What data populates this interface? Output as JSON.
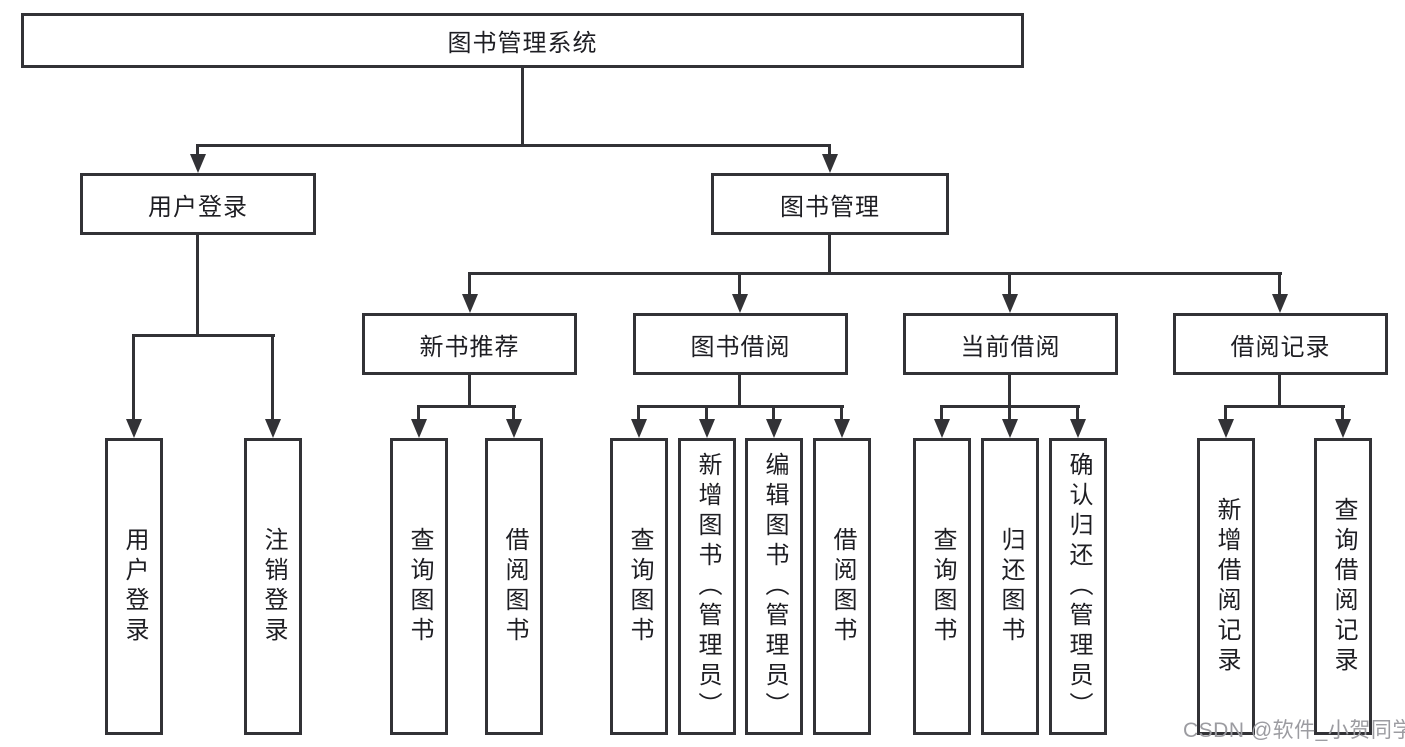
{
  "diagram_title": "图书管理系统",
  "tree": {
    "label": "图书管理系统",
    "children": [
      {
        "label": "用户登录",
        "children": [
          {
            "label": "用户登录"
          },
          {
            "label": "注销登录"
          }
        ]
      },
      {
        "label": "图书管理",
        "children": [
          {
            "label": "新书推荐",
            "children": [
              {
                "label": "查询图书"
              },
              {
                "label": "借阅图书"
              }
            ]
          },
          {
            "label": "图书借阅",
            "children": [
              {
                "label": "查询图书"
              },
              {
                "label": "新增图书（管理员）"
              },
              {
                "label": "编辑图书（管理员）"
              },
              {
                "label": "借阅图书"
              }
            ]
          },
          {
            "label": "当前借阅",
            "children": [
              {
                "label": "查询图书"
              },
              {
                "label": "归还图书"
              },
              {
                "label": "确认归还（管理员）"
              }
            ]
          },
          {
            "label": "借阅记录",
            "children": [
              {
                "label": "新增借阅记录"
              },
              {
                "label": "查询借阅记录"
              }
            ]
          }
        ]
      }
    ]
  },
  "watermark": {
    "text": "CSDN @软件_小贺同学"
  },
  "colors": {
    "line": "#323236",
    "text": "#1e1e23",
    "watermark": "#9c9ca1",
    "background": "#ffffff"
  }
}
